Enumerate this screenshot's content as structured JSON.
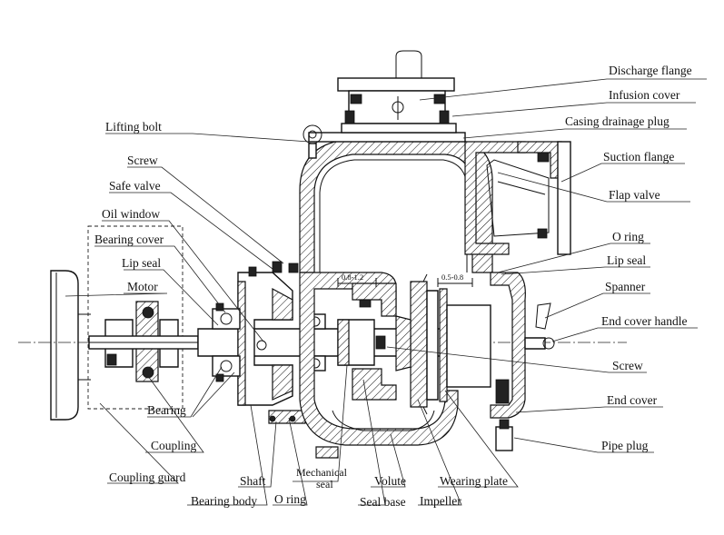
{
  "labels": {
    "discharge_flange": "Discharge flange",
    "infusion_cover": "Infusion cover",
    "lifting_bolt": "Lifting bolt",
    "casing_drainage_plug": "Casing drainage plug",
    "suction_flange": "Suction flange",
    "screw_top": "Screw",
    "safe_valve": "Safe valve",
    "flap_valve": "Flap valve",
    "oil_window": "Oil window",
    "bearing_cover": "Bearing cover",
    "o_ring_right": "O ring",
    "lip_seal_left": "Lip seal",
    "lip_seal_right": "Lip seal",
    "motor": "Motor",
    "spanner": "Spanner",
    "end_cover_handle": "End cover handle",
    "screw_right": "Screw",
    "bearing": "Bearing",
    "end_cover": "End cover",
    "coupling": "Coupling",
    "pipe_plug": "Pipe plug",
    "coupling_guard": "Coupling guard",
    "shaft": "Shaft",
    "mechanical_seal_line1": "Mechanical",
    "mechanical_seal_line2": "seal",
    "volute": "Volute",
    "wearing_plate": "Wearing plate",
    "bearing_body": "Bearing body",
    "o_ring_bottom": "O ring",
    "seal_base": "Seal base",
    "impeller": "Impeller"
  },
  "dimensions": {
    "gap_left": "0.8-1.2",
    "gap_right": "0.5-0.8"
  }
}
